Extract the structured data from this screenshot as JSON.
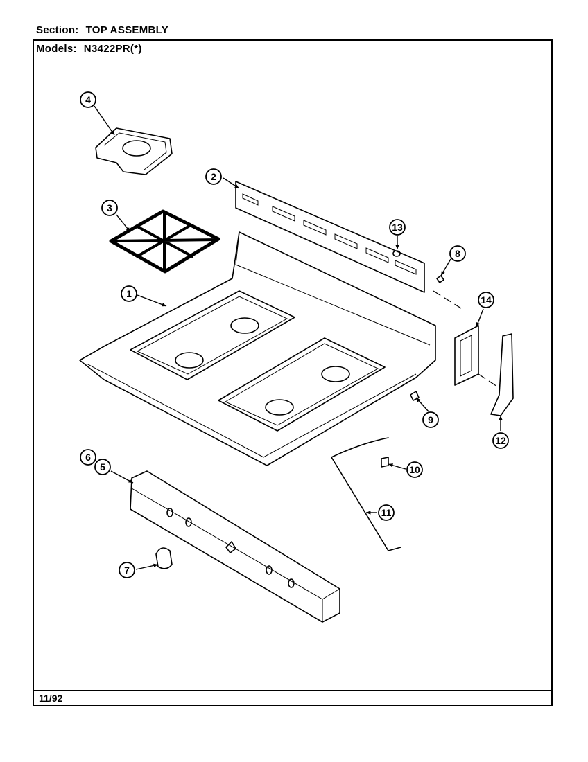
{
  "header": {
    "section_label": "Section:",
    "section_value": "TOP ASSEMBLY",
    "models_label": "Models:",
    "models_value": "N3422PR(*)"
  },
  "footer": {
    "date": "11/92"
  },
  "callouts": [
    "1",
    "2",
    "3",
    "4",
    "5",
    "6",
    "7",
    "8",
    "9",
    "10",
    "11",
    "12",
    "13",
    "14"
  ]
}
